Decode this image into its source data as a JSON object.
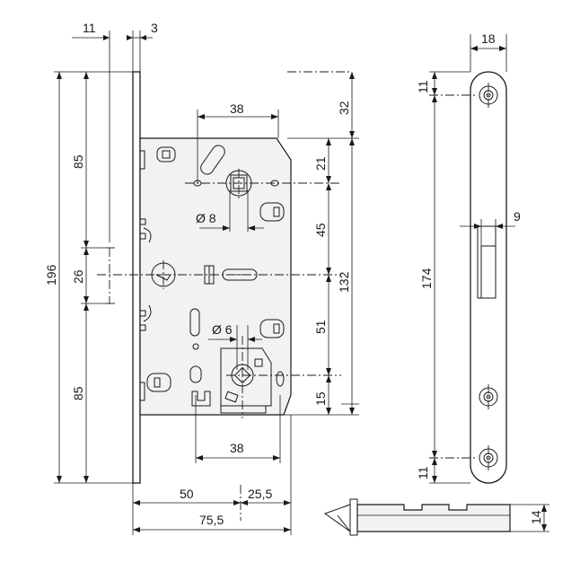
{
  "dimensions": {
    "top_11": "11",
    "top_3": "3",
    "left_196": "196",
    "left_85_top": "85",
    "left_26": "26",
    "left_85_bottom": "85",
    "body_38_top": "38",
    "right_32": "32",
    "right_21": "21",
    "right_45": "45",
    "right_132": "132",
    "right_51": "51",
    "right_15": "15",
    "dia_8": "Ø 8",
    "dia_6": "Ø 6",
    "body_38_bottom": "38",
    "bottom_50": "50",
    "bottom_25_5": "25,5",
    "bottom_75_5": "75,5",
    "strike_18": "18",
    "strike_11_top": "11",
    "strike_9": "9",
    "strike_174": "174",
    "strike_11_bottom": "11",
    "latch_14": "14"
  }
}
